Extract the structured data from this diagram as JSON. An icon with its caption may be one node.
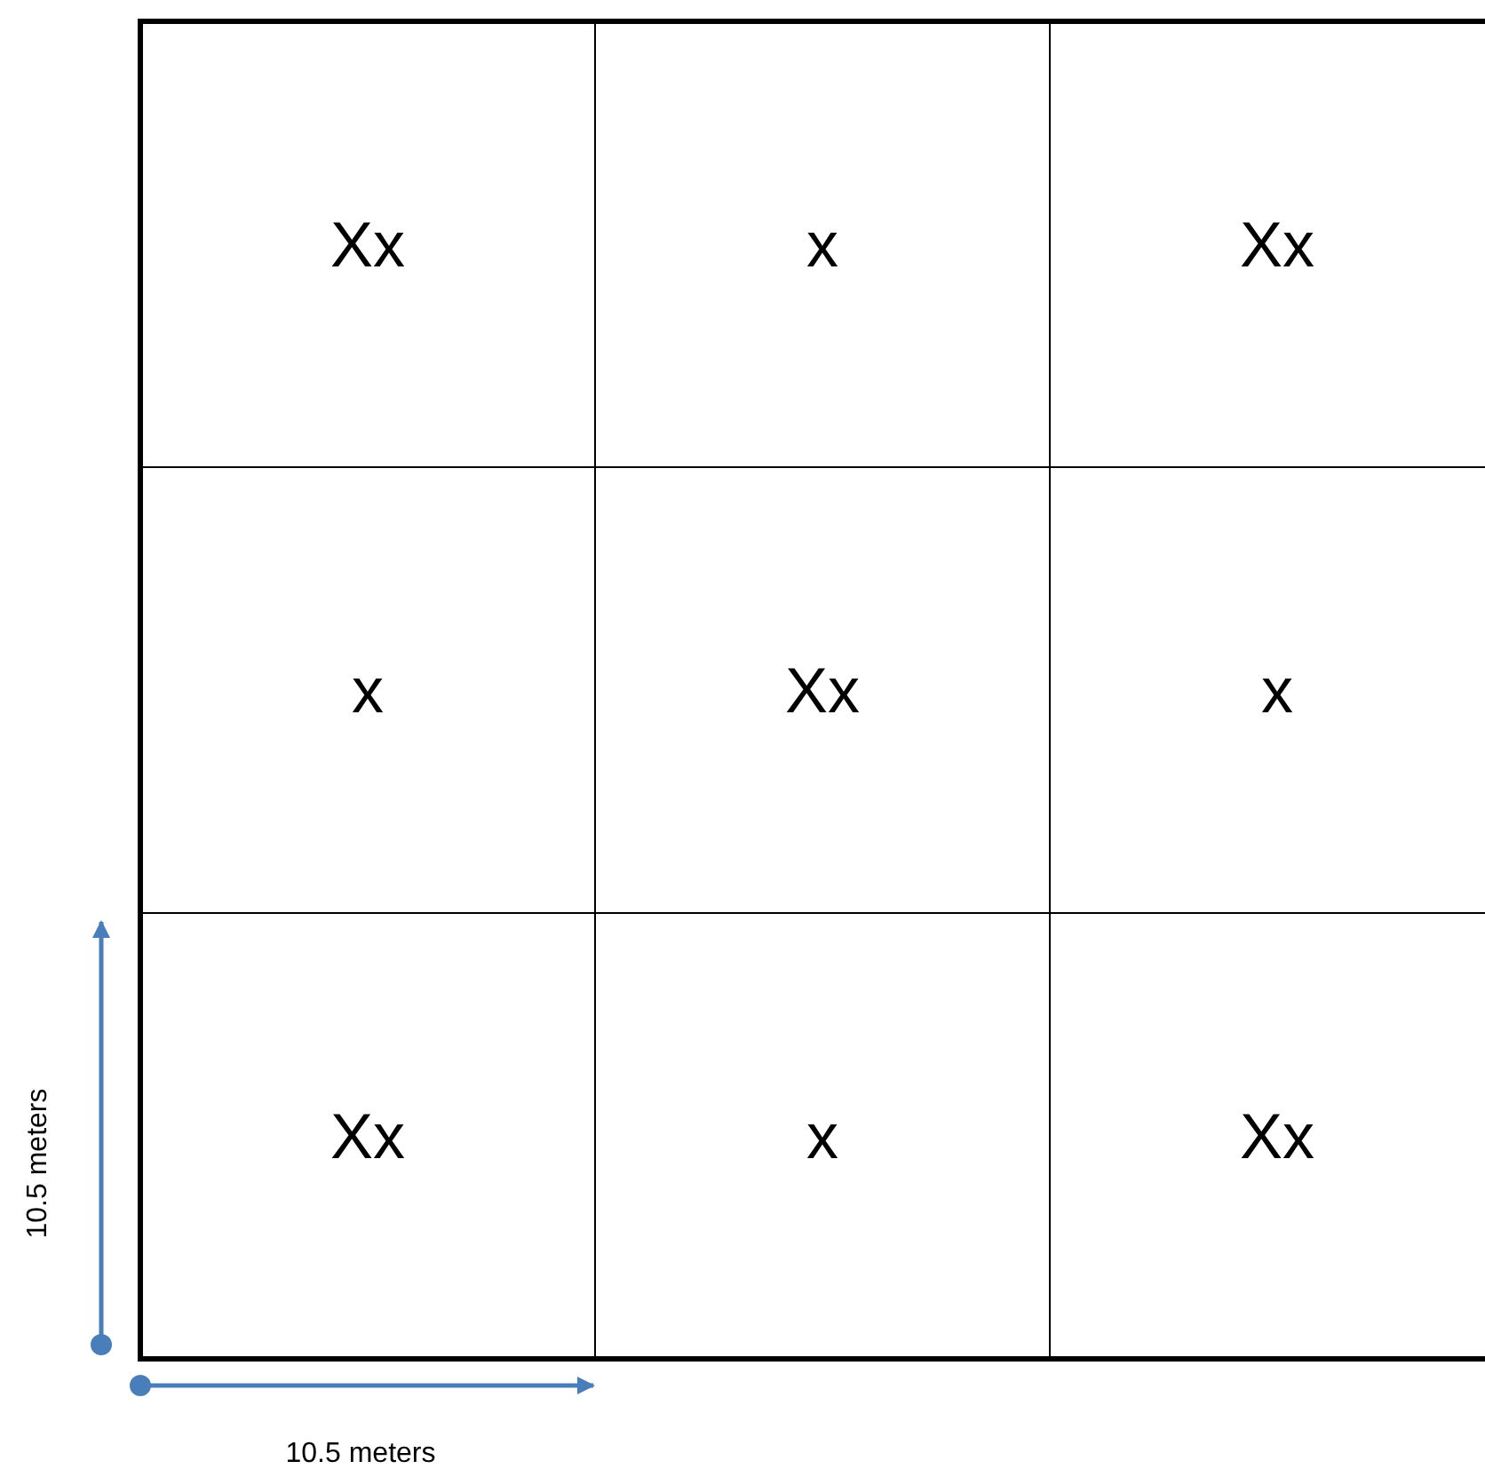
{
  "diagram": {
    "labels": [
      "Xx",
      "x",
      "Xx",
      "x",
      "Xx",
      "x",
      "Xx",
      "x",
      "Xx",
      "10.5 meters",
      "10.5 meters"
    ]
  }
}
